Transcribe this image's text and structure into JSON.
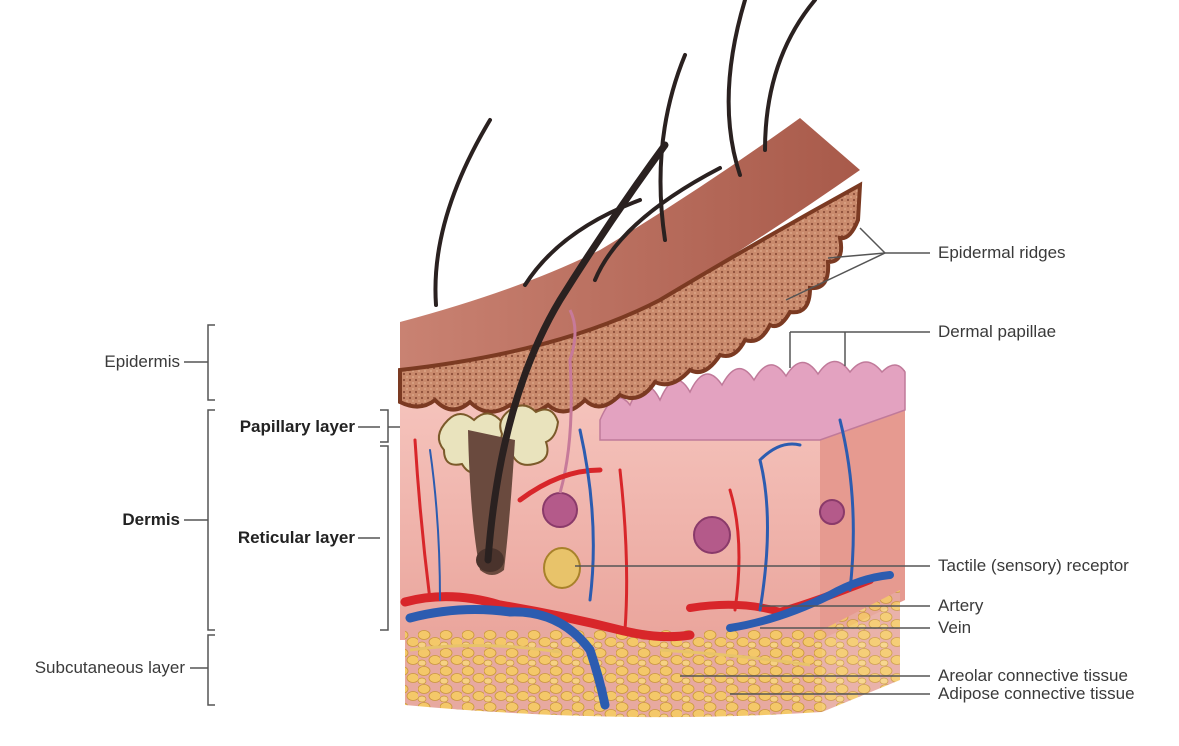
{
  "diagram": {
    "left_labels": {
      "epidermis": "Epidermis",
      "dermis": "Dermis",
      "papillary": "Papillary layer",
      "reticular": "Reticular layer",
      "subcutaneous": "Subcutaneous layer"
    },
    "right_labels": {
      "epidermal_ridges": "Epidermal ridges",
      "dermal_papillae": "Dermal papillae",
      "tactile_receptor": "Tactile (sensory) receptor",
      "artery": "Artery",
      "vein": "Vein",
      "areolar": "Areolar connective tissue",
      "adipose": "Adipose connective tissue"
    },
    "colors": {
      "label_text": "#3a3a3a",
      "leader_line": "#555555",
      "epidermis": "#b86f5e",
      "dermis": "#f0b8b0",
      "artery": "#d8262a",
      "vein": "#2c5cb0",
      "adipose": "#f2c462",
      "hair": "#2a2120"
    }
  }
}
